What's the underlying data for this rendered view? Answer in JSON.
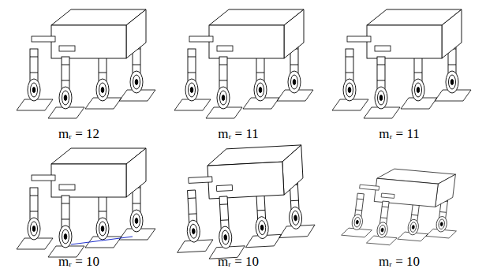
{
  "diagram": {
    "labels": [
      "mᵣ = 12",
      "mᵣ = 11",
      "mᵣ = 11",
      "mᵣ = 10",
      "mᵣ = 10",
      "mᵣ = 10"
    ]
  }
}
